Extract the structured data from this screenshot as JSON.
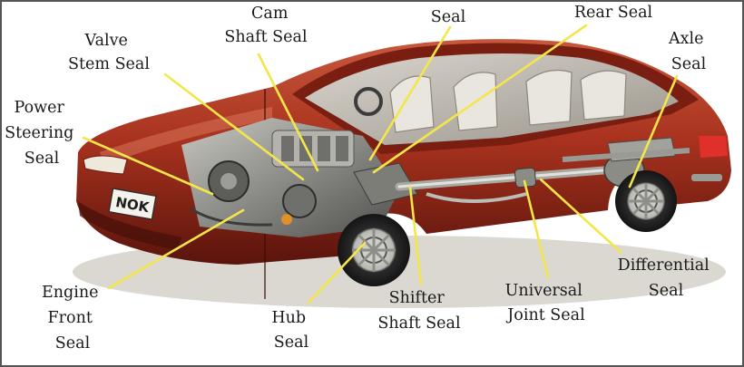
{
  "colors": {
    "leader": "#f4e64a",
    "body_red": "#a8321e",
    "body_dark": "#5a140c",
    "engine_grey": "#8a8a86",
    "tire": "#2a2a2a",
    "label_text": "#1a1a1a"
  },
  "badge": {
    "text": "NOK"
  },
  "labels": {
    "cam_shaft_seal": [
      "Cam",
      "Shaft Seal"
    ],
    "seal": [
      "Seal"
    ],
    "rear_seal": [
      "Rear Seal"
    ],
    "valve_stem_seal": [
      "Valve",
      "Stem Seal"
    ],
    "axle_seal": [
      "Axle",
      "Seal"
    ],
    "power_steering_seal": [
      "Power",
      "Steering",
      "Seal"
    ],
    "engine_front_seal": [
      "Engine",
      "Front",
      "Seal"
    ],
    "hub_seal": [
      "Hub",
      "Seal"
    ],
    "shifter_shaft_seal": [
      "Shifter",
      "Shaft Seal"
    ],
    "universal_joint_seal": [
      "Universal",
      "Joint Seal"
    ],
    "differential_seal": [
      "Differential",
      "Seal"
    ]
  }
}
